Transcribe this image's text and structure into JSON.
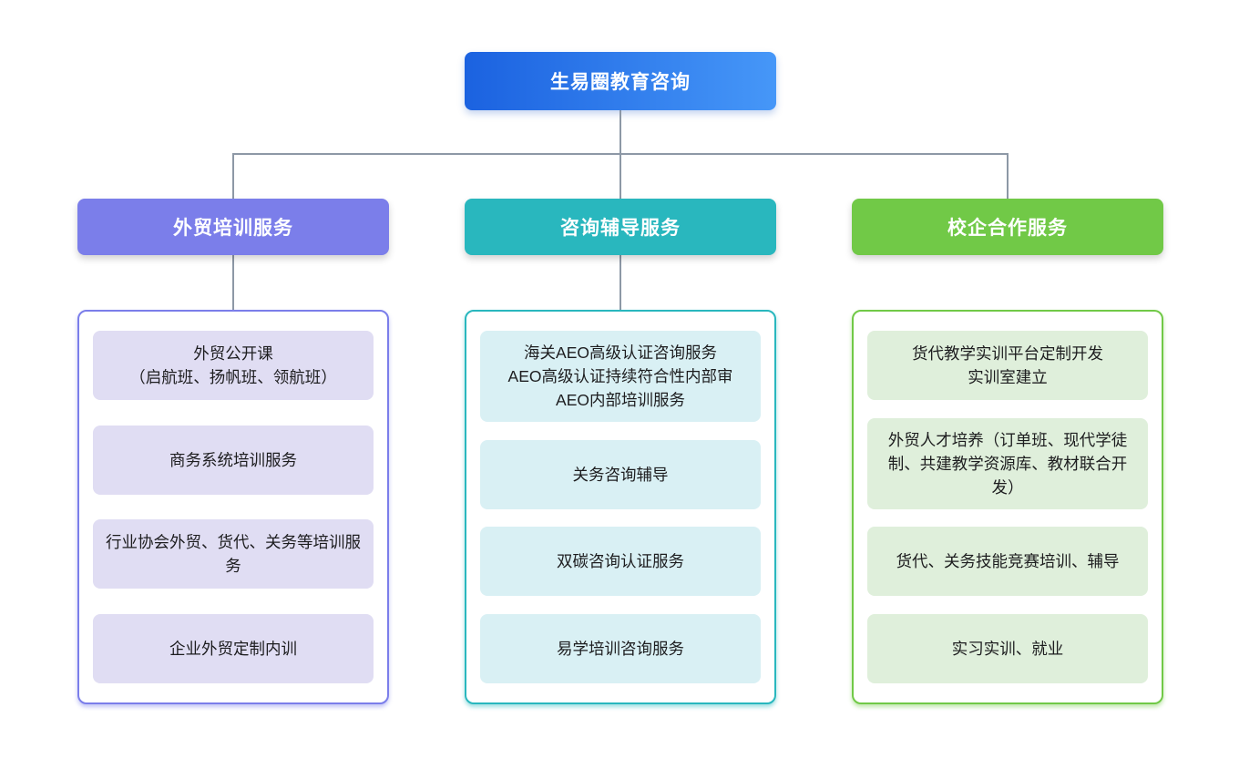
{
  "root": {
    "label": "生易圈教育咨询"
  },
  "branches": [
    {
      "id": "foreign-trade-training",
      "label": "外贸培训服务",
      "color": "#7B7EEA",
      "item_bg": "#E0DDF3",
      "items": [
        "外贸公开课\n（启航班、扬帆班、领航班）",
        "商务系统培训服务",
        "行业协会外贸、货代、关务等培训服务",
        "企业外贸定制内训"
      ]
    },
    {
      "id": "consulting-coaching",
      "label": "咨询辅导服务",
      "color": "#29B7BE",
      "item_bg": "#D9F0F4",
      "items": [
        "海关AEO高级认证咨询服务\nAEO高级认证持续符合性内部审\nAEO内部培训服务",
        "关务咨询辅导",
        "双碳咨询认证服务",
        "易学培训咨询服务"
      ]
    },
    {
      "id": "school-enterprise-cooperation",
      "label": "校企合作服务",
      "color": "#71C947",
      "item_bg": "#DFEFDB",
      "items": [
        "货代教学实训平台定制开发\n实训室建立",
        "外贸人才培养（订单班、现代学徒制、共建教学资源库、教材联合开发）",
        "货代、关务技能竞赛培训、辅导",
        "实习实训、就业"
      ]
    }
  ],
  "colors": {
    "root_gradient_start": "#1B62E0",
    "root_gradient_end": "#4697F8",
    "branch_foreign_trade_training": "#7B7EEA",
    "branch_consulting_coaching": "#29B7BE",
    "branch_school_enterprise": "#71C947",
    "item_bg_foreign_trade_training": "#E0DDF3",
    "item_bg_consulting_coaching": "#D9F0F4",
    "item_bg_school_enterprise": "#DFEFDB",
    "connector": "#8D98A6",
    "item_text": "#1D1D1F"
  }
}
